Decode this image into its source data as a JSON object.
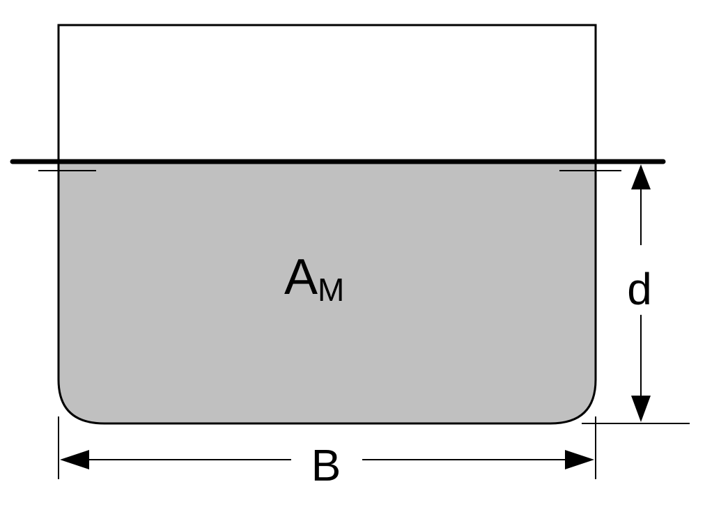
{
  "labels": {
    "area_main": "A",
    "area_sub": "M",
    "draft": "d",
    "breadth": "B"
  },
  "colors": {
    "hull_fill": "#c0c0c0",
    "stroke": "#000000",
    "background": "#ffffff"
  }
}
